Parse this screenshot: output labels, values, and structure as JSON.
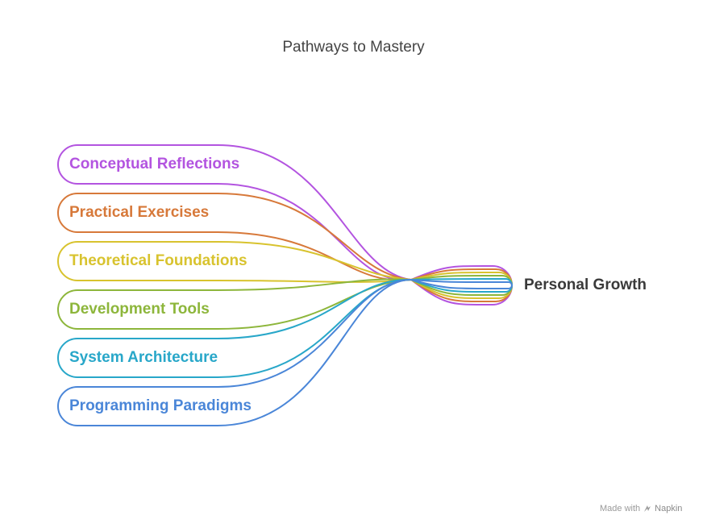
{
  "title": "Pathways to Mastery",
  "target": {
    "label": "Personal Growth"
  },
  "sources": [
    {
      "label": "Conceptual Reflections",
      "color": "#b354e0"
    },
    {
      "label": "Practical Exercises",
      "color": "#d7793a"
    },
    {
      "label": "Theoretical Foundations",
      "color": "#d8c32e"
    },
    {
      "label": "Development Tools",
      "color": "#8db63b"
    },
    {
      "label": "System Architecture",
      "color": "#28a7c9"
    },
    {
      "label": "Programming Paradigms",
      "color": "#4a86d8"
    }
  ],
  "credit": {
    "prefix": "Made with",
    "brand": "Napkin",
    "icon": "napkin-logo-icon"
  }
}
